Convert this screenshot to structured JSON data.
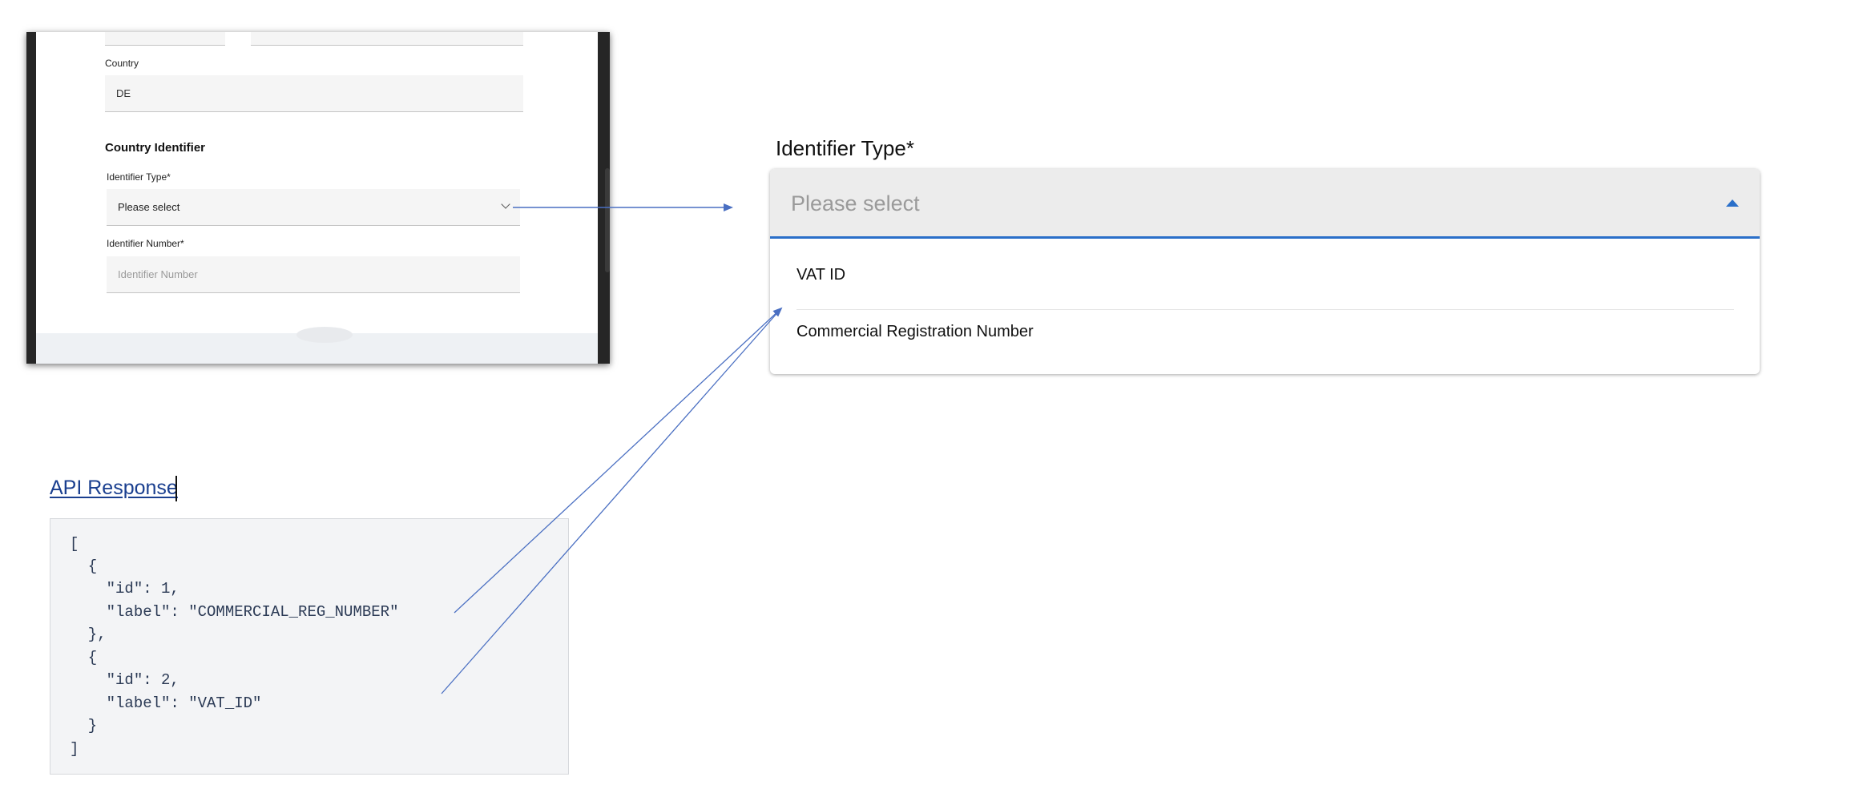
{
  "phone": {
    "country_label": "Country",
    "country_value": "DE",
    "section_title": "Country Identifier",
    "identifier_type_label": "Identifier Type*",
    "identifier_type_placeholder": "Please select",
    "identifier_number_label": "Identifier Number*",
    "identifier_number_placeholder": "Identifier Number"
  },
  "dropdown": {
    "label": "Identifier Type*",
    "placeholder": "Please select",
    "options": [
      "VAT ID",
      "Commercial Registration Number"
    ],
    "accent_color": "#2a6fc9"
  },
  "api": {
    "title": "API Response",
    "code_lines": [
      "[",
      "  {",
      "    \"id\": 1,",
      "    \"label\": \"COMMERCIAL_REG_NUMBER\"",
      "  },",
      "  {",
      "    \"id\": 2,",
      "    \"label\": \"VAT_ID\"",
      "  }",
      "]"
    ]
  },
  "annotations": {
    "arrow_color": "#4a6fc2"
  }
}
